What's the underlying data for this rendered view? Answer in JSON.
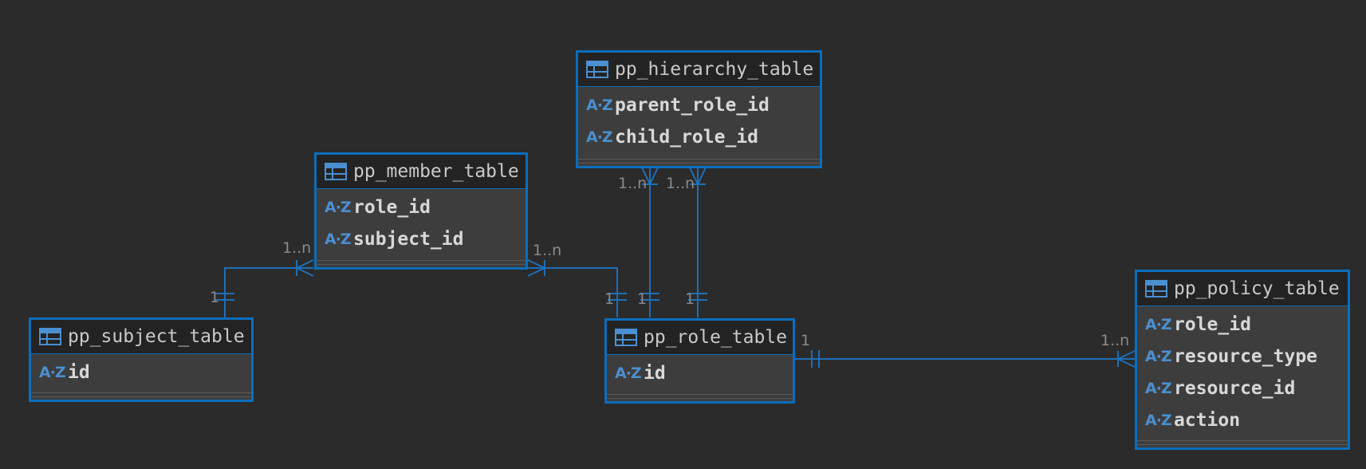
{
  "colors": {
    "background": "#2b2b2b",
    "entity_border": "#0a6ebd",
    "relation_line": "#1d6fb8",
    "column_icon": "#4a8fd0"
  },
  "icons": {
    "table": "table-icon",
    "column": "az-column-icon"
  },
  "tables": {
    "hierarchy": {
      "name": "pp_hierarchy_table",
      "columns": [
        "parent_role_id",
        "child_role_id"
      ]
    },
    "member": {
      "name": "pp_member_table",
      "columns": [
        "role_id",
        "subject_id"
      ]
    },
    "subject": {
      "name": "pp_subject_table",
      "columns": [
        "id"
      ]
    },
    "role": {
      "name": "pp_role_table",
      "columns": [
        "id"
      ]
    },
    "policy": {
      "name": "pp_policy_table",
      "columns": [
        "role_id",
        "resource_type",
        "resource_id",
        "action"
      ]
    }
  },
  "column_icon_label": "A·Z",
  "cardinality": {
    "one": "1",
    "many": "1..n"
  }
}
